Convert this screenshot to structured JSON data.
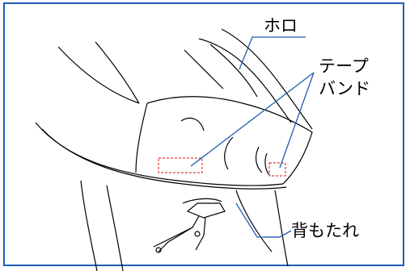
{
  "labels": {
    "hood": "ホロ",
    "tape_band_line1": "テープ",
    "tape_band_line2": "バンド",
    "seatback": "背もたれ"
  },
  "colors": {
    "frame": "#1f5db5",
    "leader": "#1f5db5",
    "tape_marker": "#e23b3b",
    "linework": "#000000"
  }
}
